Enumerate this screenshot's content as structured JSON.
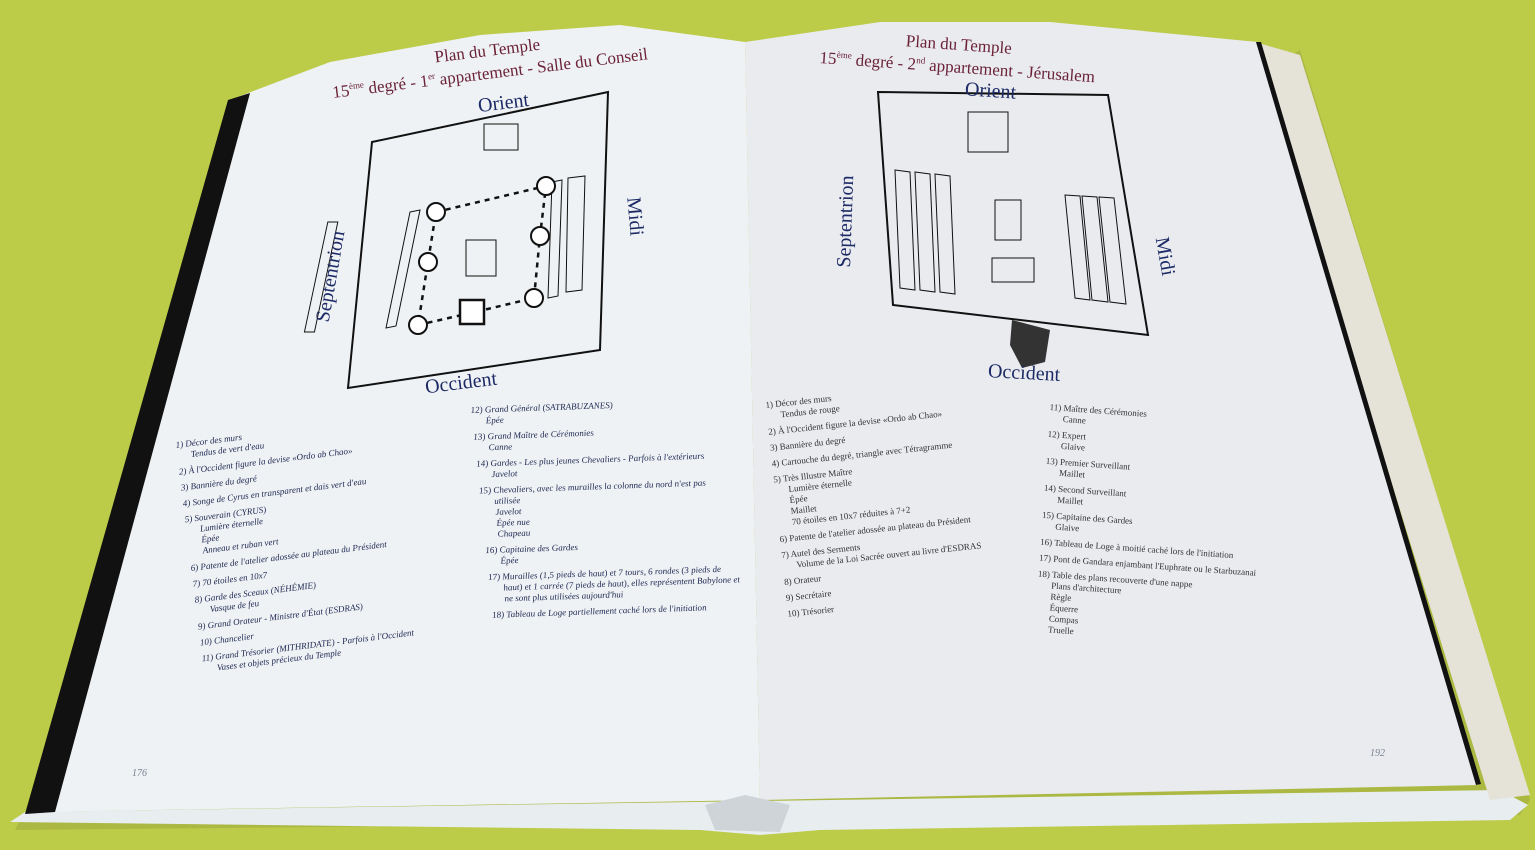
{
  "colors": {
    "background": "#bccb48",
    "page": "#eef2f4",
    "title": "#6b2237",
    "heading": "#1d2a66"
  },
  "left_page": {
    "title_line1": "Plan du Temple",
    "title_line2_pre": "15",
    "title_sup1": "ème",
    "title_line2_mid": " degré - 1",
    "title_sup2": "er",
    "title_line2_post": " appartement - Salle du Conseil",
    "orient": "Orient",
    "occident": "Occident",
    "septentrion": "Septentrion",
    "midi": "Midi",
    "page_number": "176",
    "legend_col1": [
      {
        "label": "1) Décor des murs",
        "sub": [
          "Tendus de vert d'eau"
        ]
      },
      {
        "label": "2) À l'Occident figure la devise «Ordo ab Chao»",
        "sub": []
      },
      {
        "label": "3) Bannière du degré",
        "sub": []
      },
      {
        "label": "4) Songe de Cyrus en transparent et dais vert d'eau",
        "sub": []
      },
      {
        "label": "5) Souverain (CYRUS)",
        "sub": [
          "Lumière éternelle",
          "Épée",
          "Anneau et ruban vert"
        ]
      },
      {
        "label": "6) Patente de l'atelier adossée au plateau du Président",
        "sub": []
      },
      {
        "label": "7) 70 étoiles en 10x7",
        "sub": []
      },
      {
        "label": "8) Garde des Sceaux (NÉHÉMIE)",
        "sub": [
          "Vasque de feu"
        ]
      },
      {
        "label": "9) Grand Orateur - Ministre d'État (ESDRAS)",
        "sub": []
      },
      {
        "label": "10) Chancelier",
        "sub": []
      },
      {
        "label": "11) Grand Trésorier (MITHRIDATE) - Parfois à l'Occident",
        "sub": [
          "Vases et objets précieux du Temple"
        ]
      }
    ],
    "legend_col2": [
      {
        "label": "12) Grand Général (SATRABUZANES)",
        "sub": [
          "Épée"
        ]
      },
      {
        "label": "13) Grand Maître de Cérémonies",
        "sub": [
          "Canne"
        ]
      },
      {
        "label": "14) Gardes - Les plus jeunes Chevaliers - Parfois à l'extérieurs",
        "sub": [
          "Javelot"
        ]
      },
      {
        "label": "15) Chevaliers, avec les murailles la colonne du nord n'est pas",
        "sub": [
          "utilisée",
          "Javelot",
          "Épée nue",
          "Chapeau"
        ]
      },
      {
        "label": "16) Capitaine des Gardes",
        "sub": [
          "Épée"
        ]
      },
      {
        "label": "17) Murailles (1,5 pieds de haut) et 7 tours, 6 rondes (3 pieds de",
        "sub": [
          "haut) et 1 carrée (7 pieds de haut), elles représentent Babylone et",
          "ne sont plus utilisées aujourd'hui"
        ]
      },
      {
        "label": "18) Tableau de Loge partiellement caché lors de l'initiation",
        "sub": []
      }
    ]
  },
  "right_page": {
    "title_line1": "Plan du Temple",
    "title_line2_pre": "15",
    "title_sup1": "ème",
    "title_line2_mid": " degré - 2",
    "title_sup2": "nd",
    "title_line2_post": " appartement - Jérusalem",
    "orient": "Orient",
    "occident": "Occident",
    "septentrion": "Septentrion",
    "midi": "Midi",
    "page_number": "192",
    "legend_col1": [
      {
        "label": "1) Décor des murs",
        "sub": [
          "Tendus de rouge"
        ]
      },
      {
        "label": "2) À l'Occident figure la devise «Ordo ab Chao»",
        "sub": []
      },
      {
        "label": "3) Bannière du degré",
        "sub": []
      },
      {
        "label": "4) Cartouche du degré, triangle avec Tétragramme",
        "sub": []
      },
      {
        "label": "5) Très Illustre Maître",
        "sub": [
          "Lumière éternelle",
          "Épée",
          "Maillet",
          "70 étoiles en 10x7 réduites à 7+2"
        ]
      },
      {
        "label": "6) Patente de l'atelier adossée au plateau du Président",
        "sub": []
      },
      {
        "label": "7) Autel des Serments",
        "sub": [
          "Volume de la Loi Sacrée ouvert au livre d'ESDRAS"
        ]
      },
      {
        "label": "8) Orateur",
        "sub": []
      },
      {
        "label": "9) Secrétaire",
        "sub": []
      },
      {
        "label": "10) Trésorier",
        "sub": []
      }
    ],
    "legend_col2": [
      {
        "label": "11) Maître des Cérémonies",
        "sub": [
          "Canne"
        ]
      },
      {
        "label": "12) Expert",
        "sub": [
          "Glaive"
        ]
      },
      {
        "label": "13) Premier Surveillant",
        "sub": [
          "Maillet"
        ]
      },
      {
        "label": "14) Second Surveillant",
        "sub": [
          "Maillet"
        ]
      },
      {
        "label": "15) Capitaine des Gardes",
        "sub": [
          "Glaive"
        ]
      },
      {
        "label": "16) Tableau de Loge à moitié caché lors de l'initiation",
        "sub": []
      },
      {
        "label": "17) Pont de Gandara enjambant l'Euphrate ou le Starbuzanai",
        "sub": []
      },
      {
        "label": "18) Table des plans recouverte d'une nappe",
        "sub": [
          "Plans d'architecture",
          "Règle",
          "Équerre",
          "Compas",
          "Truelle"
        ]
      }
    ]
  }
}
